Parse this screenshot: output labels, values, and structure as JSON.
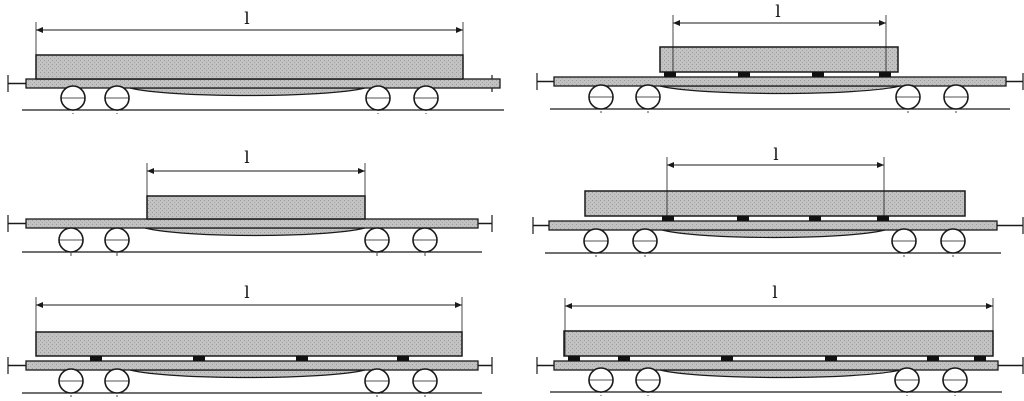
{
  "diagram": {
    "colors": {
      "fill": "#bdbdbd",
      "stroke": "#1a1a1a",
      "pad": "#111111",
      "background": "#ffffff"
    },
    "panels": [
      {
        "id": "panel-1",
        "dimension_label": "l",
        "load": "long",
        "supports": 0
      },
      {
        "id": "panel-2",
        "dimension_label": "l",
        "load": "short",
        "supports": 4
      },
      {
        "id": "panel-3",
        "dimension_label": "l",
        "load": "short",
        "supports": 0
      },
      {
        "id": "panel-4",
        "dimension_label": "l",
        "load": "long-overhang",
        "supports": 4
      },
      {
        "id": "panel-5",
        "dimension_label": "l",
        "load": "long",
        "supports": 4
      },
      {
        "id": "panel-6",
        "dimension_label": "l",
        "load": "long",
        "supports": 6
      }
    ]
  }
}
